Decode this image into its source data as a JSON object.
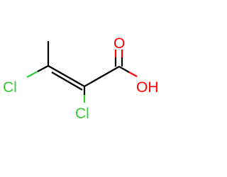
{
  "molecule": {
    "atoms": {
      "cl_left": "Cl",
      "cl_bottom": "Cl",
      "oxygen_carbonyl": "O",
      "hydroxyl": "OH"
    },
    "colors": {
      "carbon_bond": "#000000",
      "chlorine": "#33cc33",
      "oxygen": "#ff0000",
      "background": "#ffffff"
    }
  }
}
